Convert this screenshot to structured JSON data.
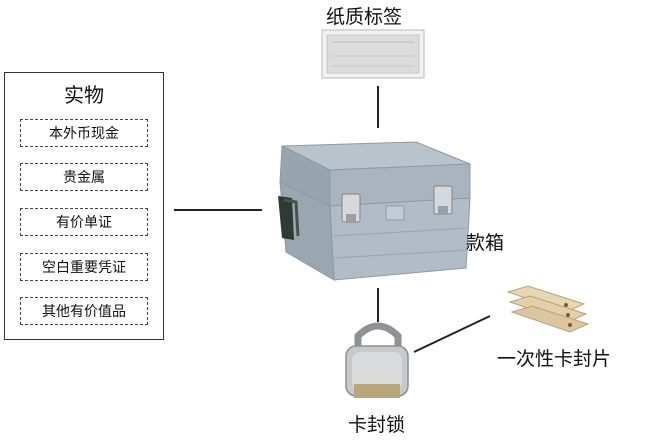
{
  "labels": {
    "paper_tag": "纸质标签",
    "box": "款箱",
    "seal_strip": "一次性卡封片",
    "seal_lock": "卡封锁"
  },
  "panel": {
    "title": "实物",
    "items": [
      "本外币现金",
      "贵金属",
      "有价单证",
      "空白重要凭证",
      "其他有价值品"
    ]
  }
}
